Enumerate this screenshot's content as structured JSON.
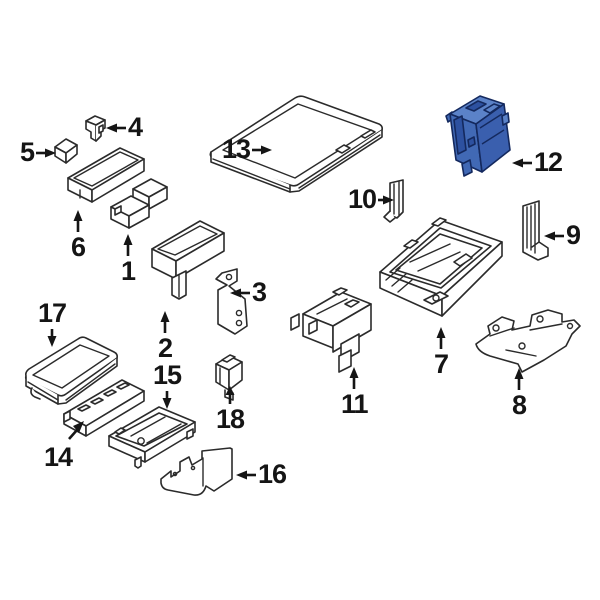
{
  "diagram": {
    "type": "exploded-parts-diagram",
    "background_color": "#ffffff",
    "line_color": "#2b2b2b",
    "highlighted_part": "12",
    "highlight_colors": {
      "top": "#5b82c8",
      "front": "#4169b5",
      "side": "#3a5fae",
      "recess": "#2d51a0",
      "outline": "#14295e"
    },
    "parts": [
      {
        "label": "1",
        "highlighted": false
      },
      {
        "label": "2",
        "highlighted": false
      },
      {
        "label": "3",
        "highlighted": false
      },
      {
        "label": "4",
        "highlighted": false
      },
      {
        "label": "5",
        "highlighted": false
      },
      {
        "label": "6",
        "highlighted": false
      },
      {
        "label": "7",
        "highlighted": false
      },
      {
        "label": "8",
        "highlighted": false
      },
      {
        "label": "9",
        "highlighted": false
      },
      {
        "label": "10",
        "highlighted": false
      },
      {
        "label": "11",
        "highlighted": false
      },
      {
        "label": "12",
        "highlighted": true
      },
      {
        "label": "13",
        "highlighted": false
      },
      {
        "label": "14",
        "highlighted": false
      },
      {
        "label": "15",
        "highlighted": false
      },
      {
        "label": "16",
        "highlighted": false
      },
      {
        "label": "17",
        "highlighted": false
      },
      {
        "label": "18",
        "highlighted": false
      }
    ]
  }
}
